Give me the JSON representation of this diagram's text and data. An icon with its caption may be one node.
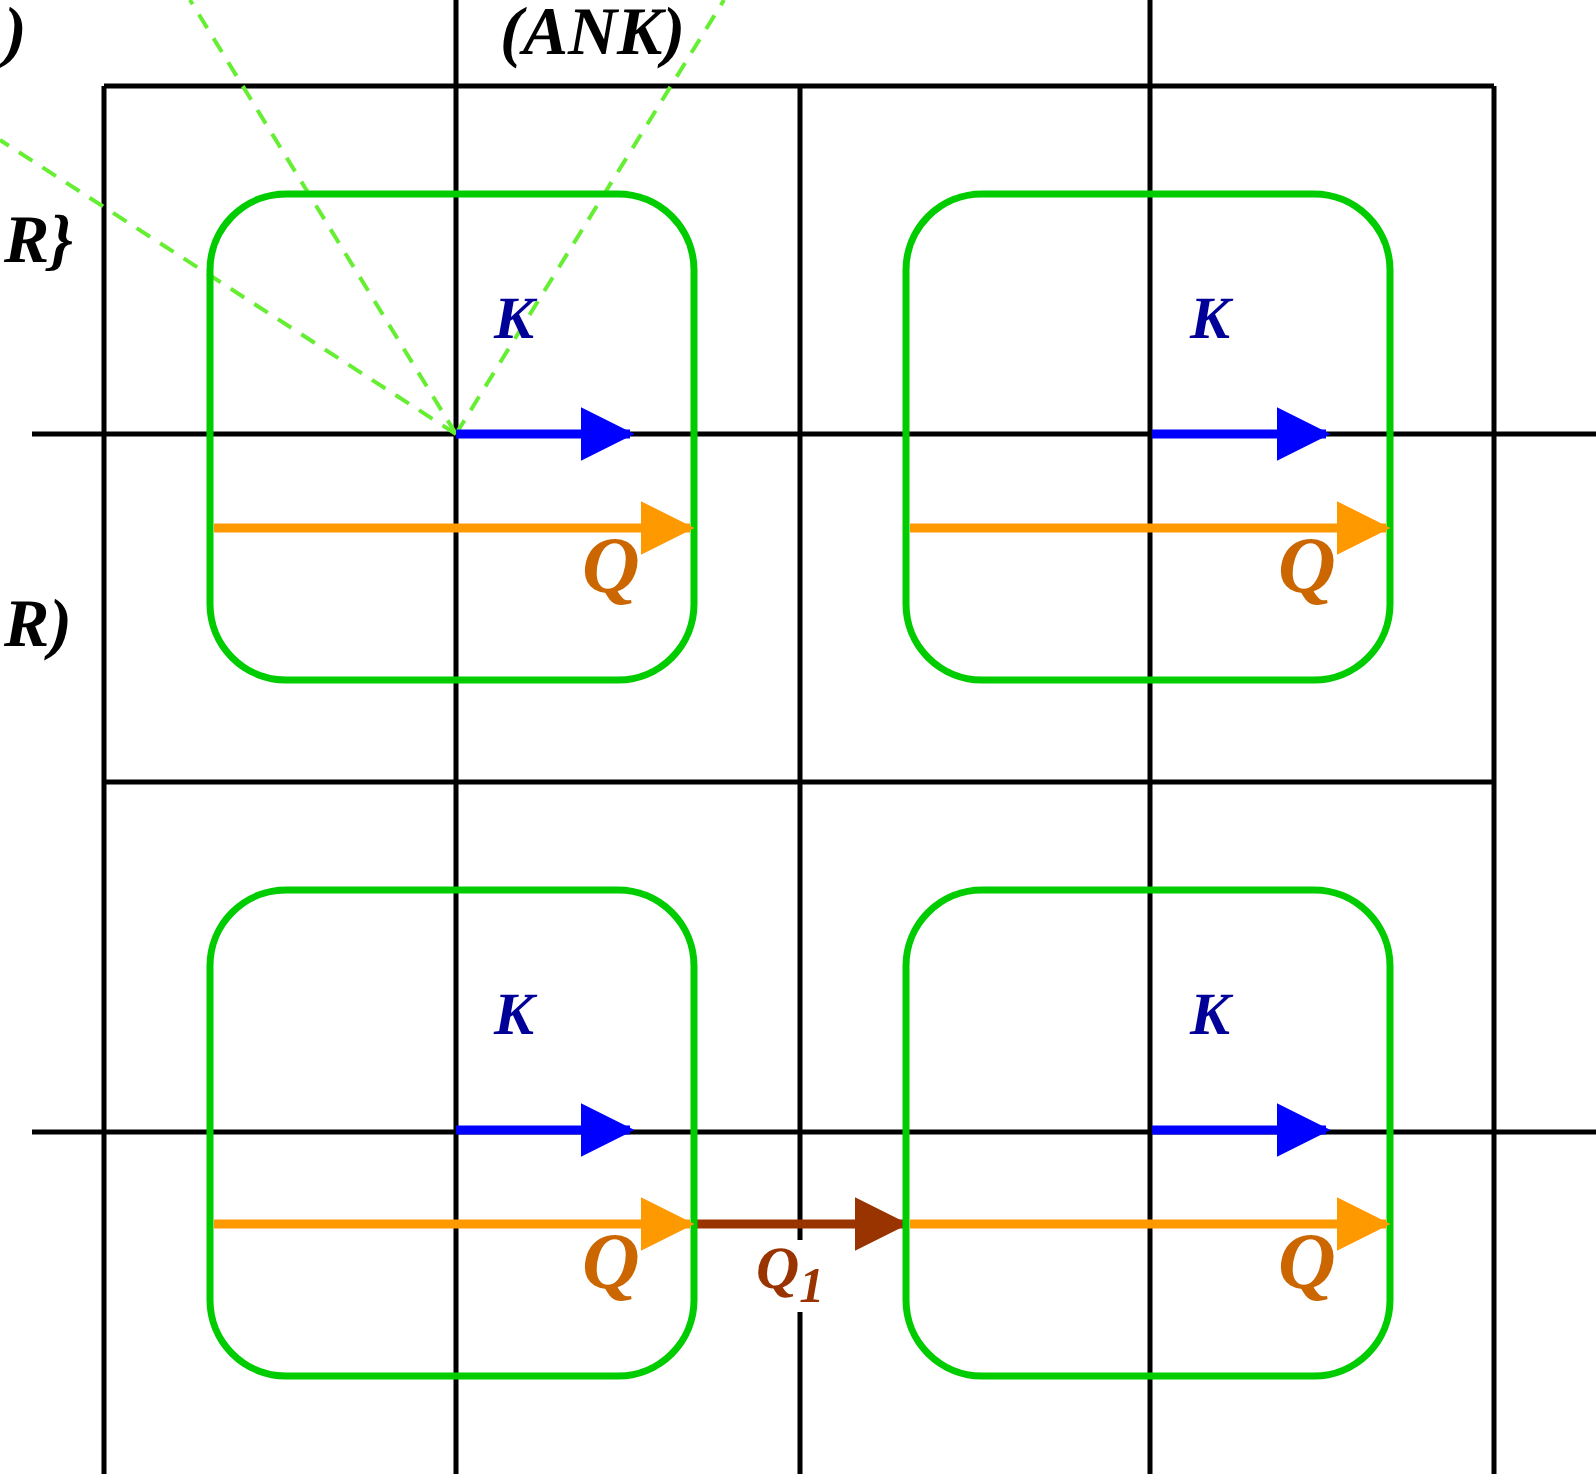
{
  "diagram": {
    "nodes": [
      {
        "text": [
          "K",
          "Q"
        ]
      },
      {
        "text": [
          "K",
          "Q"
        ]
      },
      {
        "text": [
          "K",
          "Q"
        ]
      },
      {
        "text": [
          "K",
          "Q"
        ]
      }
    ],
    "edges": [
      {
        "from": 2,
        "to": 3,
        "arrow": "to",
        "label": "Q$_{1}$"
      }
    ],
    "labels": [
      "(ANK)",
      ")",
      "R}",
      "R)"
    ]
  }
}
